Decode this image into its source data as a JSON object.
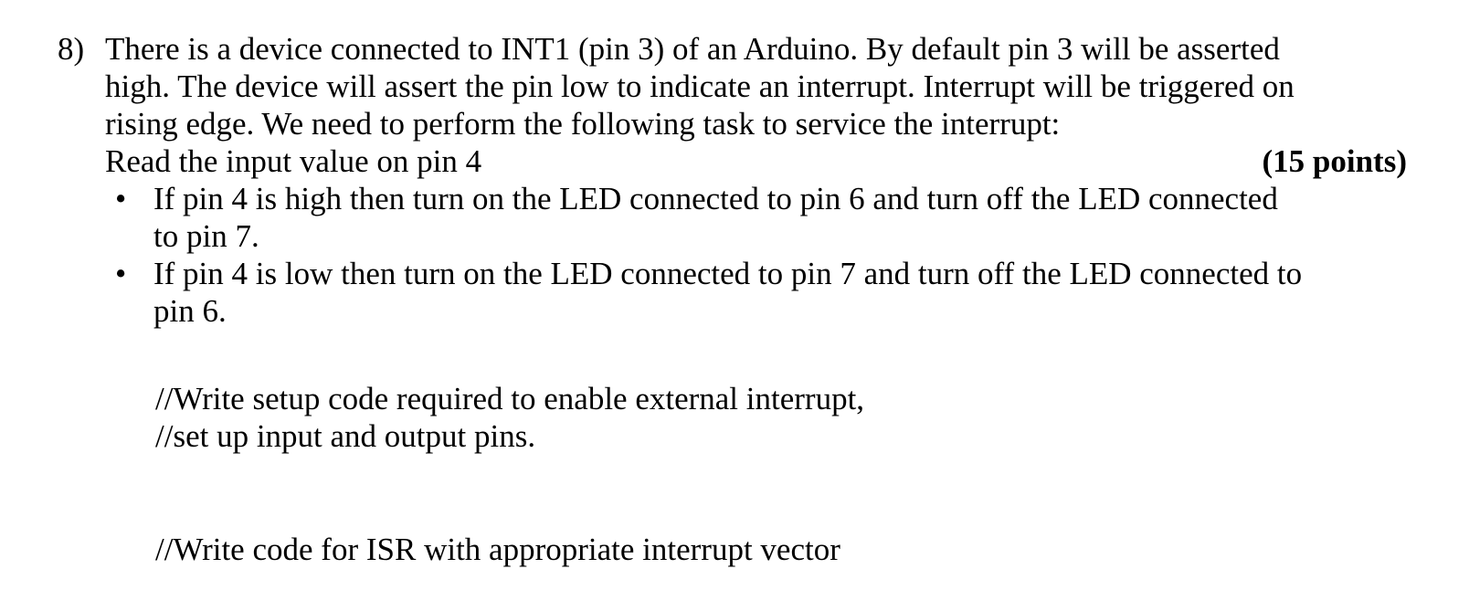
{
  "page": {
    "background_color": "#ffffff",
    "text_color": "#000000"
  },
  "question": {
    "number": "8)",
    "para_lines": [
      "There is a device connected to INT1 (pin 3) of an Arduino. By default pin 3 will be asserted",
      "high. The device will assert the pin low to indicate an interrupt. Interrupt will be triggered on",
      "rising edge. We need to perform the following task to service the interrupt:"
    ],
    "task_line": "Read the input value on pin 4",
    "points": "(15 points)",
    "bullet_glyph": "•",
    "bullets": [
      {
        "lines": [
          "If pin 4 is high then turn on the LED connected to pin 6 and turn off the LED connected",
          "to pin 7."
        ]
      },
      {
        "lines": [
          "If pin 4 is low then turn on the LED connected to pin 7 and turn off the LED connected to",
          "pin 6."
        ]
      }
    ],
    "comment_block_1": [
      "//Write setup code required to enable external interrupt,",
      "//set up input and output pins."
    ],
    "comment_block_2": [
      "//Write code for ISR with appropriate interrupt vector"
    ]
  }
}
